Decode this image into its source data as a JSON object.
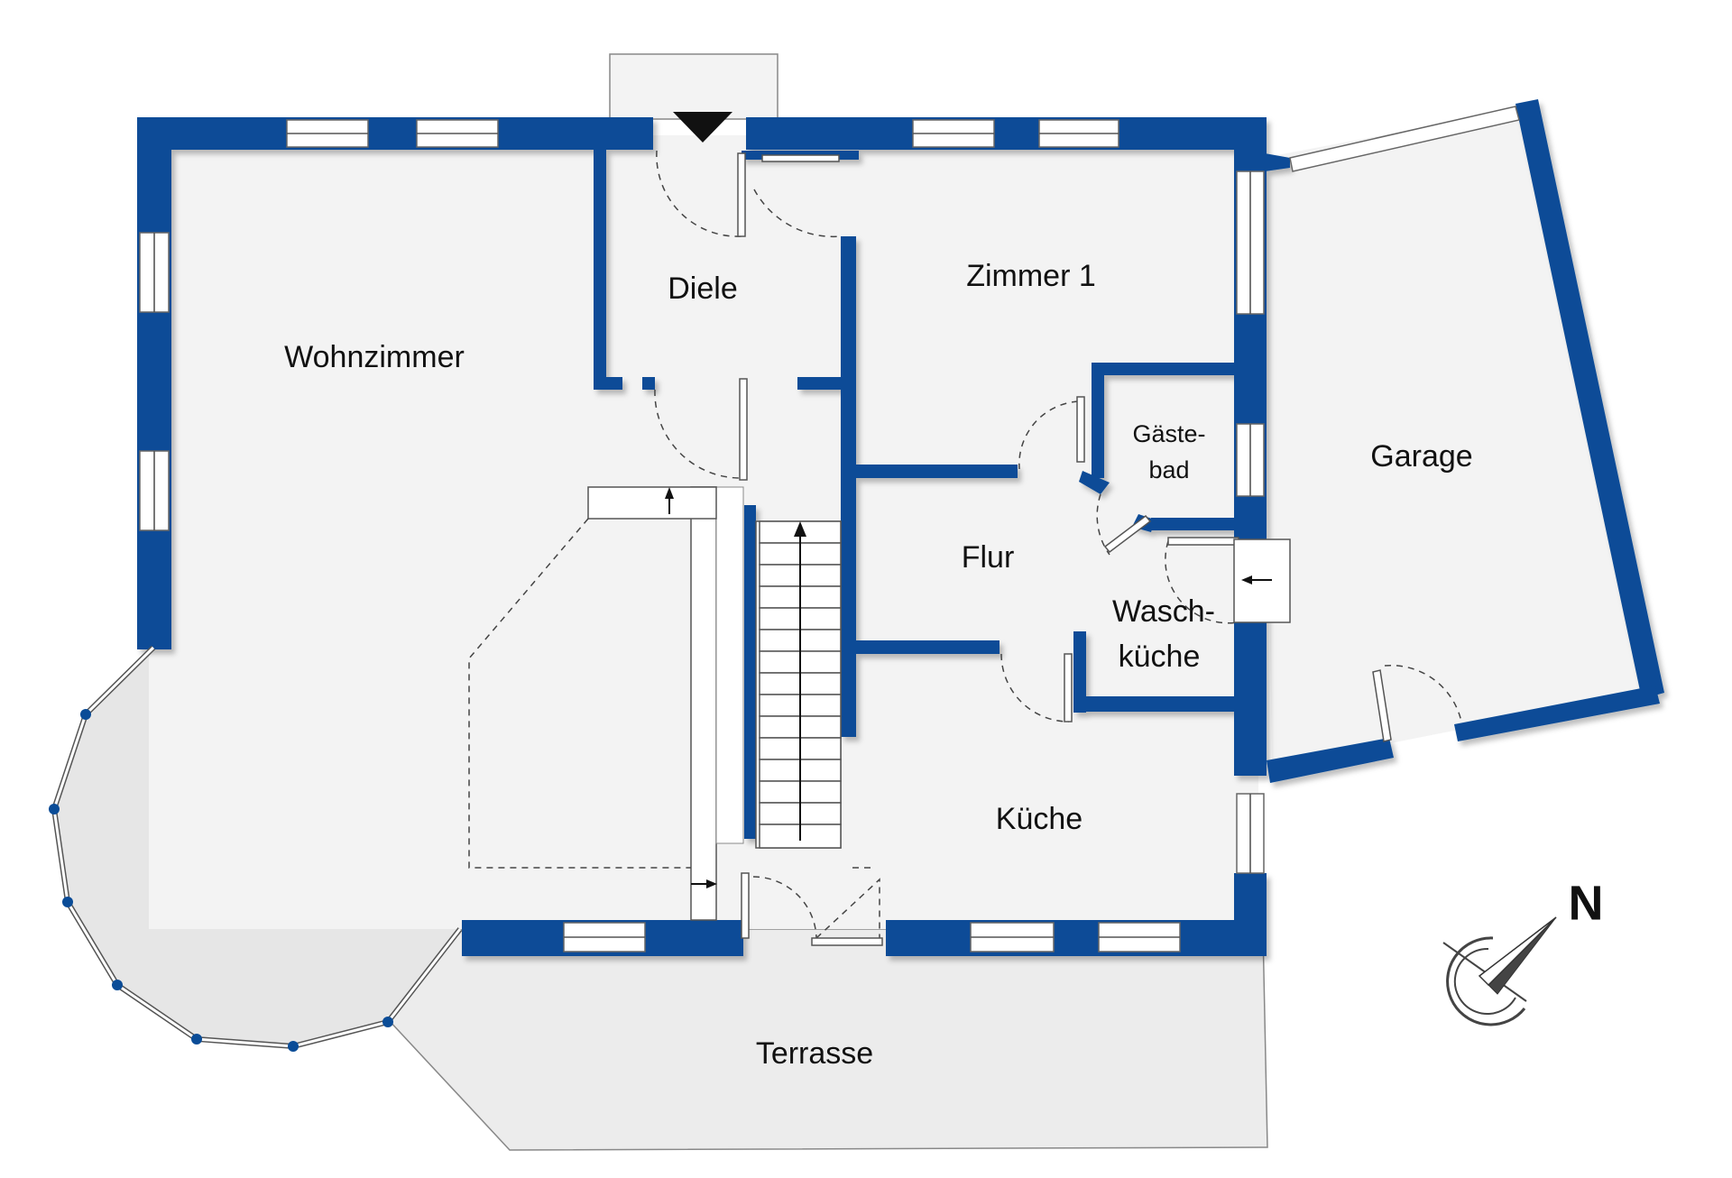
{
  "colors": {
    "wall": "#0a4c97",
    "floor": "#f3f3f3",
    "terrace": "#ececec",
    "bay": "#e6e6e6",
    "window": "#ffffff",
    "outline": "#555555"
  },
  "rooms": {
    "wohnzimmer": "Wohnzimmer",
    "diele": "Diele",
    "zimmer1": "Zimmer 1",
    "gaestebad_line1": "Gäste-",
    "gaestebad_line2": "bad",
    "garage": "Garage",
    "flur": "Flur",
    "waschkueche_line1": "Wasch-",
    "waschkueche_line2": "küche",
    "kueche": "Küche",
    "terrasse": "Terrasse"
  },
  "compass": {
    "label": "N",
    "icon": "compass-north-icon"
  },
  "icons": [
    "entrance-marker-icon",
    "stair-direction-arrow-icon",
    "door-swing-icon"
  ]
}
